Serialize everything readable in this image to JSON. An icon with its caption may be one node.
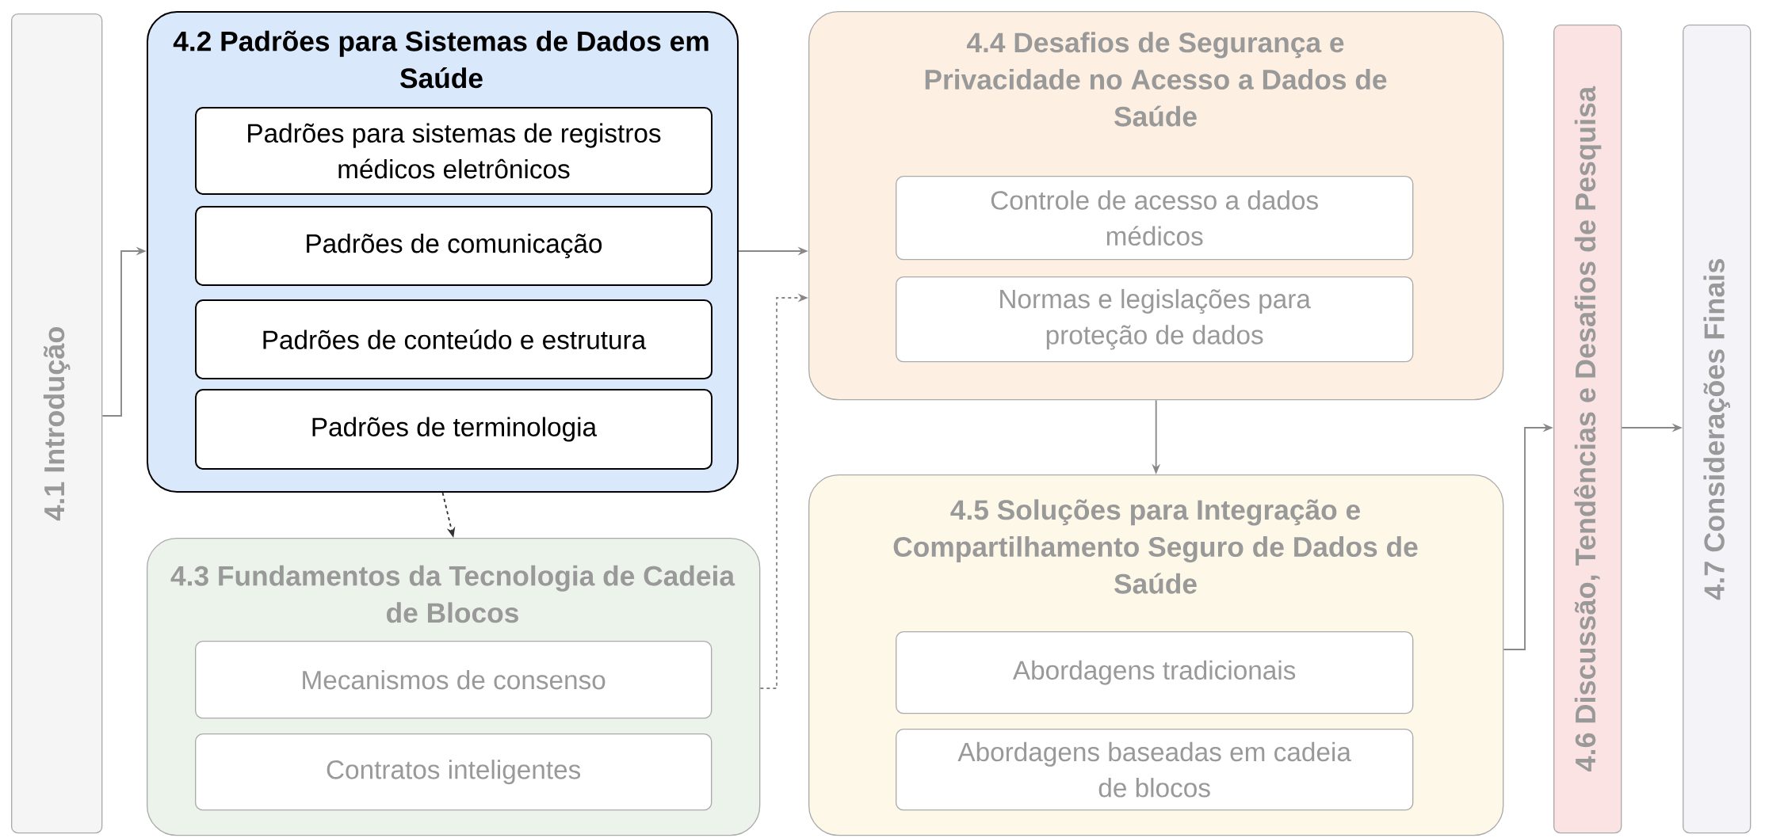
{
  "diagram": {
    "nodes": [
      {
        "text": [
          "4.1 Introdução"
        ]
      },
      {
        "text": [
          "4.2 Padrões para Sistemas de Dados em Saúde"
        ]
      },
      {
        "text": [
          "Padrões para sistemas de registros médicos eletrônicos"
        ],
        "in": 1
      },
      {
        "text": [
          "Padrões de comunicação"
        ],
        "in": 1
      },
      {
        "text": [
          "Padrões de conteúdo e estrutura"
        ],
        "in": 1
      },
      {
        "text": [
          "Padrões de terminologia"
        ],
        "in": 1
      },
      {
        "text": [
          "4.3 Fundamentos da Tecnologia de Cadeia de Blocos"
        ]
      },
      {
        "text": [
          "Mecanismos de consenso"
        ],
        "in": 6
      },
      {
        "text": [
          "Contratos inteligentes"
        ],
        "in": 6
      },
      {
        "text": [
          "4.4 Desafios de Segurança e Privacidade no Acesso a Dados de Saúde"
        ]
      },
      {
        "text": [
          "Controle de acesso a dados médicos"
        ],
        "in": 9
      },
      {
        "text": [
          "Normas e legislações para proteção de dados"
        ],
        "in": 9
      },
      {
        "text": [
          "4.5 Soluções para Integração e Compartilhamento Seguro de Dados de Saúde"
        ]
      },
      {
        "text": [
          "Abordagens tradicionais"
        ],
        "in": 12
      },
      {
        "text": [
          "Abordagens baseadas em cadeia de blocos"
        ],
        "in": 12
      },
      {
        "text": [
          "4.6 Discussão, Tendências e Desafios de Pesquisa"
        ]
      },
      {
        "text": [
          "4.7 Considerações Finais"
        ]
      }
    ],
    "edges": [
      {
        "from": 0,
        "to": 1,
        "arrow": "to"
      },
      {
        "from": 1,
        "to": 9,
        "arrow": "to"
      },
      {
        "from": 1,
        "to": 6,
        "arrow": "to",
        "style": "dashed",
        "color": "#333333"
      },
      {
        "from": 6,
        "to": 9,
        "arrow": "to",
        "style": "dashed"
      },
      {
        "from": 9,
        "to": 12,
        "arrow": "to"
      },
      {
        "from": 12,
        "to": 15,
        "arrow": "to"
      },
      {
        "from": 15,
        "to": 16,
        "arrow": "to"
      }
    ]
  }
}
